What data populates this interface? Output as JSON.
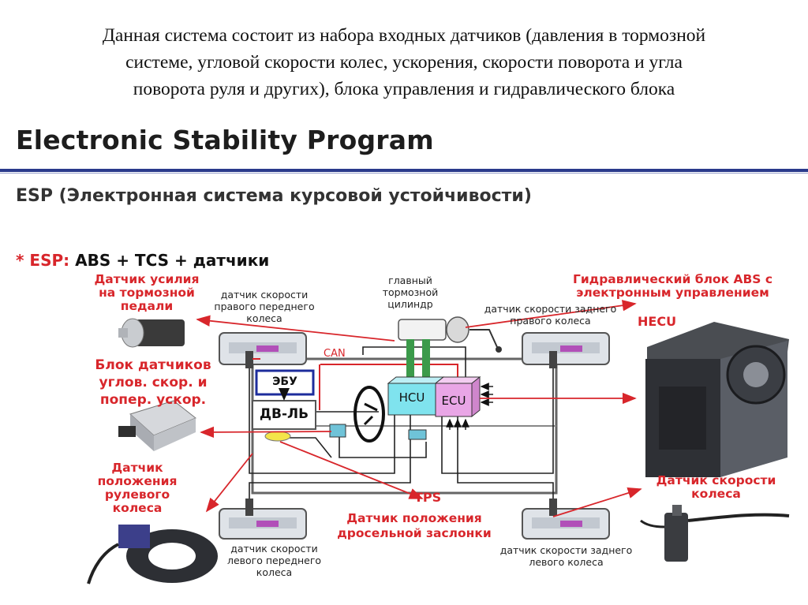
{
  "caption": {
    "line1": "Данная система состоит из набора входных датчиков (давления в тормозной",
    "line2": "системе, угловой скорости колес, ускорения, скорости поворота и угла",
    "line3": "поворота руля и других), блока управления и гидравлического блока"
  },
  "slide": {
    "title": "Electronic Stability Program",
    "subtitle": "ESP (Электронная система курсовой устойчивости)",
    "esp_prefix": "* ESP:",
    "esp_formula": " ABS + TCS + датчики"
  },
  "labels": {
    "brake_force_sensor": [
      "Датчик усилия",
      "на тормозной",
      "педали"
    ],
    "sensor_block": [
      "Блок датчиков",
      "углов. скор. и",
      "попер. ускор."
    ],
    "steering_sensor": [
      "Датчик",
      "положения",
      "рулевого",
      "колеса"
    ],
    "hydraulic_block": [
      "Гидравлический блок ABS с",
      "электронным управлением"
    ],
    "hecu": "HECU",
    "wheel_speed_sensor": [
      "Датчик скорости",
      "колеса"
    ],
    "tps": "TPS",
    "throttle_sensor": [
      "Датчик положения",
      "дросельной заслонки"
    ],
    "can": "CAN"
  },
  "small_labels": {
    "front_right": [
      "датчик скорости",
      "правого переднего",
      "колеса"
    ],
    "master_cylinder": [
      "главный",
      "тормозной",
      "цилиндр"
    ],
    "rear_right": [
      "датчик скорости заднего",
      "правого колеса"
    ],
    "front_left": [
      "датчик скорости",
      "левого  переднего",
      "колеса"
    ],
    "rear_left": [
      "датчик скорости заднего",
      "левого колеса"
    ]
  },
  "boxes": {
    "ebu": "ЭБУ",
    "engine": "ДВ-ЛЬ",
    "hcu": "HCU",
    "ecu": "ECU"
  },
  "colors": {
    "red": "#d8262b",
    "navy": "#2a3a8c",
    "hcu_fill": "#7fe3ee",
    "ecu_fill": "#e9a6e6"
  }
}
